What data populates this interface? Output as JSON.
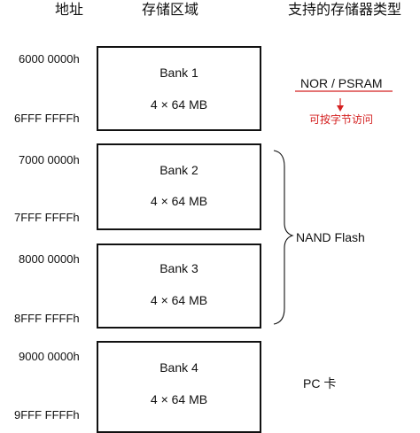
{
  "headers": {
    "address": "地址",
    "region": "存储区域",
    "memory_type": "支持的存储器类型"
  },
  "banks": [
    {
      "name": "Bank 1",
      "size": "4 × 64 MB",
      "start": "6000 0000h",
      "end": "6FFF FFFFh"
    },
    {
      "name": "Bank 2",
      "size": "4 × 64 MB",
      "start": "7000 0000h",
      "end": "7FFF FFFFh"
    },
    {
      "name": "Bank 3",
      "size": "4 × 64 MB",
      "start": "8000 0000h",
      "end": "8FFF FFFFh"
    },
    {
      "name": "Bank 4",
      "size": "4 × 64 MB",
      "start": "9000 0000h",
      "end": "9FFF FFFFh"
    }
  ],
  "types": {
    "nor_psram": "NOR / PSRAM",
    "nor_note": "可按字节访问",
    "nand": "NAND Flash",
    "pc_card": "PC 卡"
  },
  "colors": {
    "line": "#111111",
    "accent": "#d42020"
  }
}
